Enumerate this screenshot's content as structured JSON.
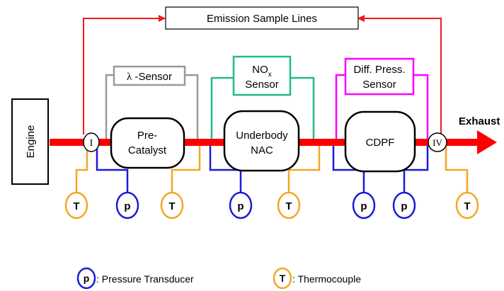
{
  "diagram": {
    "emission_lines_label": "Emission Sample Lines",
    "engine_label": "Engine",
    "exhaust_label": "Exhaust",
    "lambda_sensor": {
      "symbol": "λ",
      "label": " -Sensor"
    },
    "nox_sensor": {
      "main": "NO",
      "subscript": "x",
      "line2": "Sensor"
    },
    "diff_press_sensor": {
      "line1": "Diff. Press.",
      "line2": "Sensor"
    },
    "pre_catalyst": {
      "line1": "Pre-",
      "line2": "Catalyst"
    },
    "underbody_nac": {
      "line1": "Underbody",
      "line2": "NAC"
    },
    "cdpf": {
      "label": "CDPF"
    },
    "sample_point_1": "I",
    "sample_point_4": "IV",
    "transducer_letter_p": "p",
    "thermocouple_letter_t": "T"
  },
  "legend": {
    "pressure_symbol": "p",
    "pressure_label": ": Pressure Transducer",
    "thermocouple_symbol": "T",
    "thermocouple_label": ": Thermocouple"
  },
  "colors": {
    "exhaust_flow": "#ff0000",
    "sample_line": "#ee1c1c",
    "lambda_sensor": "#999999",
    "nox_sensor": "#22bb88",
    "diff_press_sensor": "#ff00ff",
    "pressure_transducer": "#1a1adb",
    "thermocouple": "#f5a623",
    "outline": "#000000"
  }
}
